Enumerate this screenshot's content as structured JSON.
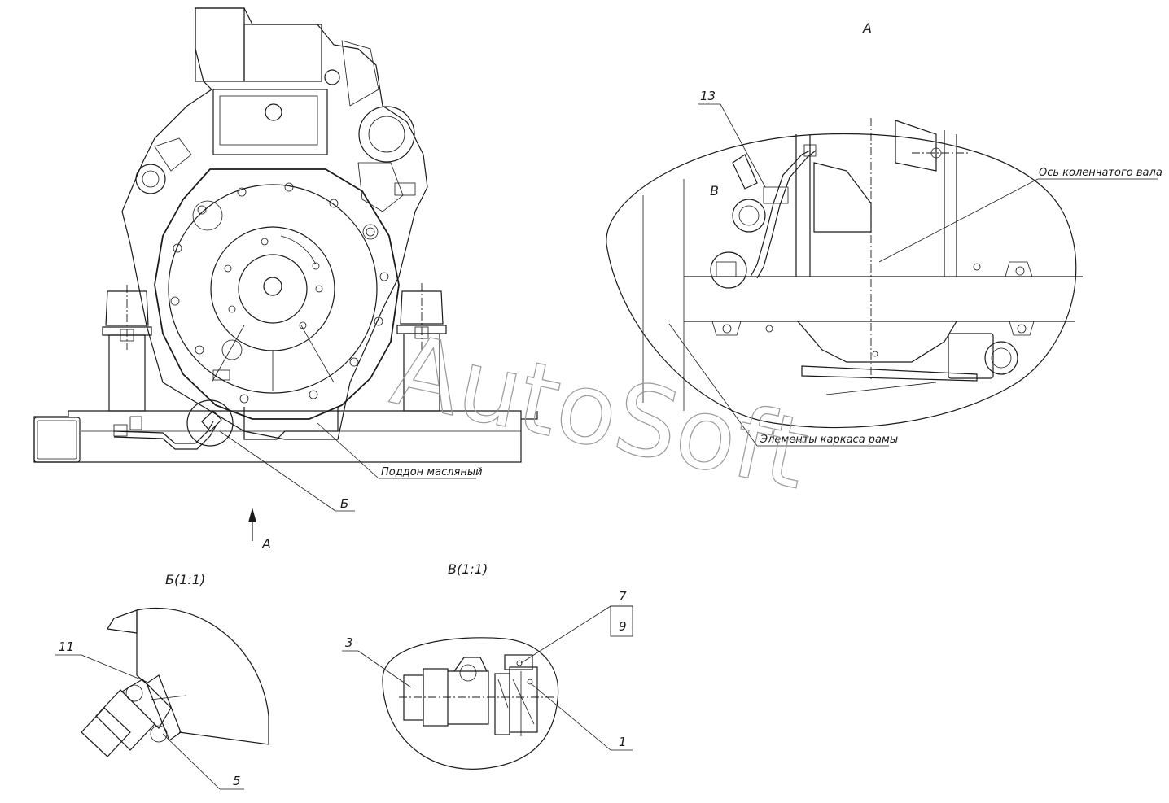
{
  "labels": {
    "view_a_title": "A",
    "view_a_arrow": "A",
    "crankshaft_axis": "Ось коленчатого вала",
    "frame_elements": "Элементы каркаса рамы",
    "oil_pan": "Поддон масляный",
    "leader_b": "Б",
    "detail_b_title": "Б(1:1)",
    "detail_v_title": "В(1:1)",
    "callout_v": "В",
    "pos_13": "13",
    "pos_11": "11",
    "pos_5": "5",
    "pos_3": "3",
    "pos_7": "7",
    "pos_9": "9",
    "pos_1": "1"
  },
  "watermark": "AutoSoft",
  "colors": {
    "line": "#1a1a1a",
    "watermark": "#9a9a9a",
    "background": "#ffffff"
  }
}
